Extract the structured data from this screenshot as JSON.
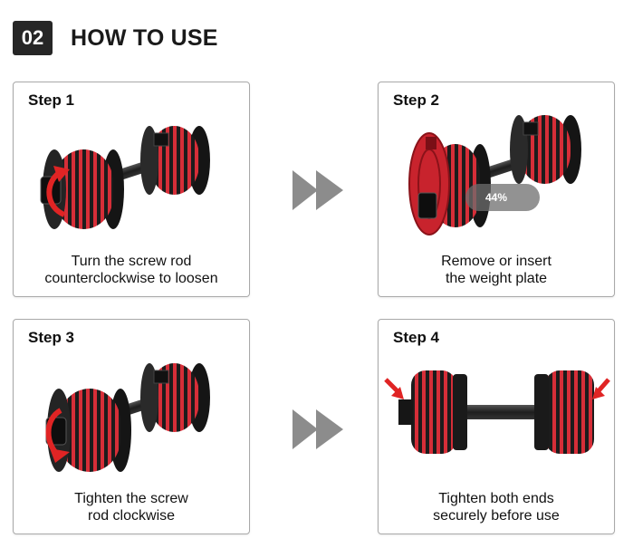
{
  "header": {
    "badge": "02",
    "title": "HOW TO USE"
  },
  "steps": [
    {
      "label": "Step 1",
      "caption_line1": "Turn the screw rod",
      "caption_line2": "counterclockwise to loosen"
    },
    {
      "label": "Step 2",
      "caption_line1": "Remove or insert",
      "caption_line2": "the weight plate",
      "progress": "44%"
    },
    {
      "label": "Step 3",
      "caption_line1": "Tighten the screw",
      "caption_line2": "rod clockwise"
    },
    {
      "label": "Step 4",
      "caption_line1": "Tighten both ends",
      "caption_line2": "securely before use"
    }
  ],
  "colors": {
    "accent_red": "#e02424",
    "stripe_red": "#d62e38",
    "plate_black": "#1c1c1c",
    "arrow_gray": "#8c8c8c"
  }
}
